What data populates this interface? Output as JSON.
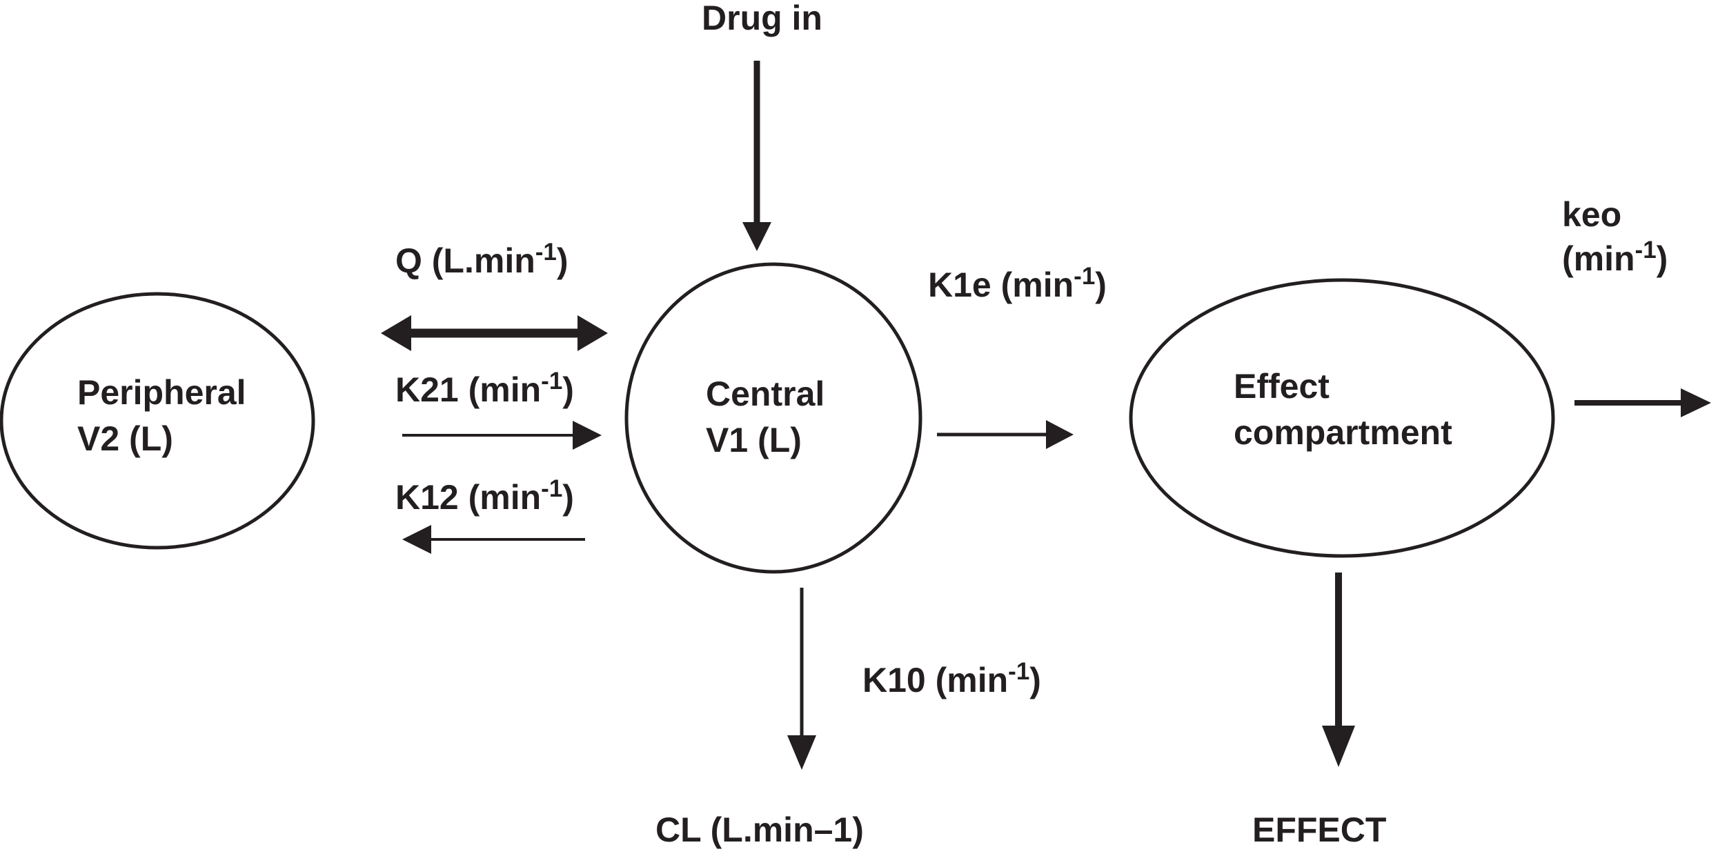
{
  "diagram": {
    "kind": "pharmacokinetic-compartment-model",
    "colors": {
      "ink": "#231f20",
      "background": "#ffffff"
    },
    "drug_in": {
      "label": "Drug in"
    },
    "compartments": {
      "peripheral": {
        "line1": "Peripheral",
        "line2": "V2 (L)"
      },
      "central": {
        "line1": "Central",
        "line2": "V1 (L)"
      },
      "effect": {
        "line1": "Effect",
        "line2": "compartment"
      }
    },
    "rates": {
      "q": {
        "base": "Q (L.min",
        "sup": "-1",
        "close": ")"
      },
      "k21": {
        "base": "K21 (min",
        "sup": "-1",
        "close": ")"
      },
      "k12": {
        "base": "K12 (min",
        "sup": "-1",
        "close": ")"
      },
      "k1e": {
        "base": "K1e (min",
        "sup": "-1",
        "close": ")"
      },
      "keo": {
        "line1": "keo",
        "base": "(min",
        "sup": "-1",
        "close": ")"
      },
      "k10": {
        "base": "K10 (min",
        "sup": "-1",
        "close": ")"
      }
    },
    "outputs": {
      "cl": {
        "label": "CL (L.min–1)"
      },
      "effect": {
        "label": "EFFECT"
      }
    }
  }
}
